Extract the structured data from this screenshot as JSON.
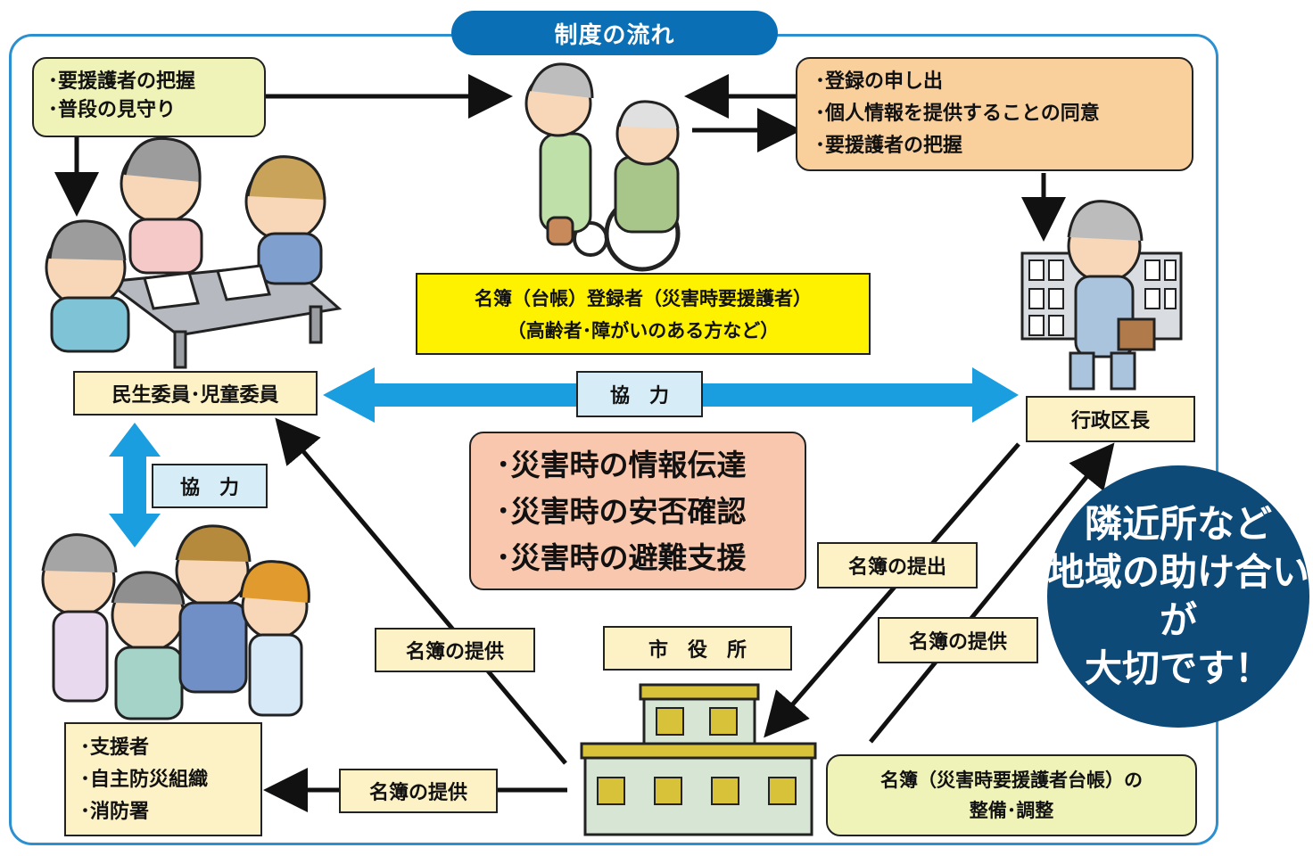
{
  "title": "制度の流れ",
  "top_left_box": {
    "lines": [
      "･要援護者の把握",
      "･普段の見守り"
    ]
  },
  "top_right_box": {
    "lines": [
      "･登録の申し出",
      "･個人情報を提供することの同意",
      "･要援護者の把握"
    ]
  },
  "registrant_box": {
    "line1": "名簿（台帳）登録者（災害時要援護者）",
    "line2": "（高齢者･障がいのある方など）"
  },
  "minsei_label": "民生委員･児童委員",
  "gyosei_label": "行政区長",
  "cooperation_h": "協　力",
  "cooperation_v": "協　力",
  "center_box": {
    "lines": [
      "･災害時の情報伝達",
      "･災害時の安否確認",
      "･災害時の避難支援"
    ]
  },
  "supporters_box": {
    "lines": [
      "･支援者",
      "･自主防災組織",
      "･消防署"
    ]
  },
  "list_provide_left": "名簿の提供",
  "list_provide_bottom": "名簿の提供",
  "list_provide_right": "名簿の提供",
  "list_submit": "名簿の提出",
  "city_hall": "市　役　所",
  "maintenance_box": {
    "line1": "名簿（災害時要援護者台帳）の",
    "line2": "整備･調整"
  },
  "badge": {
    "line1": "隣近所など",
    "line2": "地域の助け合いが",
    "line3": "大切です！"
  },
  "colors": {
    "frame": "#2b8fd0",
    "title": "#0a6fb4",
    "arrow_blue": "#1a9ee0",
    "badge": "#0e4a78"
  }
}
